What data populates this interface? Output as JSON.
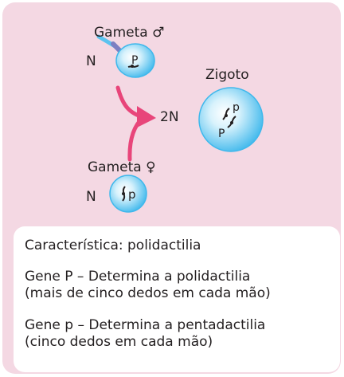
{
  "diagram": {
    "male_gamete": {
      "label": "Gameta ♂",
      "ploidy": "N",
      "allele": "P"
    },
    "female_gamete": {
      "label": "Gameta ♀",
      "ploidy": "N",
      "allele": "p"
    },
    "zygote": {
      "label": "Zigoto",
      "ploidy": "2N",
      "allele_top": "p",
      "allele_bottom": "P"
    }
  },
  "info": {
    "trait": "Característica: polidactilia",
    "gene_dominant": [
      "Gene P – Determina a polidactilia",
      "(mais de cinco dedos em cada mão)"
    ],
    "gene_recessive": [
      "Gene p – Determina a pentadactilia",
      "(cinco dedos em cada mão)"
    ]
  },
  "colors": {
    "background": "#f4d8e3",
    "cell": "#5cc3ef",
    "arrow": "#e8457a",
    "text": "#231f20"
  }
}
